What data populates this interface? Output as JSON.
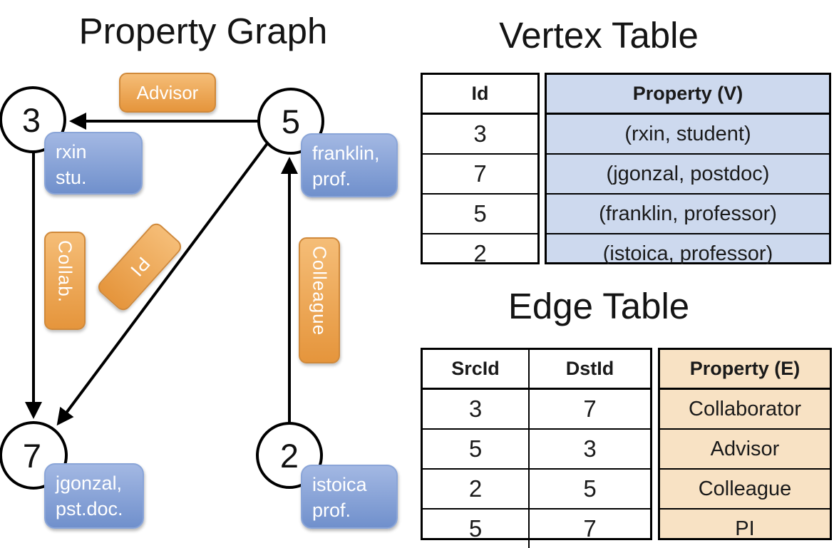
{
  "graph": {
    "title": "Property Graph",
    "nodes": [
      {
        "id": "3",
        "lines": [
          "rxin",
          "stu."
        ]
      },
      {
        "id": "5",
        "lines": [
          "franklin,",
          "prof."
        ]
      },
      {
        "id": "7",
        "lines": [
          "jgonzal,",
          "pst.doc."
        ]
      },
      {
        "id": "2",
        "lines": [
          "istoica",
          "prof."
        ]
      }
    ],
    "edge_labels": {
      "advisor": "Advisor",
      "collab": "Collab.",
      "pi": "PI",
      "colleague": "Colleague"
    }
  },
  "vertex_table": {
    "title": "Vertex Table",
    "columns": [
      "Id",
      "Property (V)"
    ],
    "rows": [
      [
        "3",
        "(rxin, student)"
      ],
      [
        "7",
        "(jgonzal, postdoc)"
      ],
      [
        "5",
        "(franklin, professor)"
      ],
      [
        "2",
        "(istoica, professor)"
      ]
    ]
  },
  "edge_table": {
    "title": "Edge Table",
    "columns": [
      "SrcId",
      "DstId",
      "Property (E)"
    ],
    "rows": [
      [
        "3",
        "7",
        "Collaborator"
      ],
      [
        "5",
        "3",
        "Advisor"
      ],
      [
        "2",
        "5",
        "Colleague"
      ],
      [
        "5",
        "7",
        "PI"
      ]
    ]
  },
  "colors": {
    "edge_line": "#000000",
    "node_fill": "#ffffff",
    "orange_top": "#f5bd77",
    "orange_bottom": "#e5953c",
    "blue_top": "#a3b8e3",
    "blue_bottom": "#7090cc",
    "vertex_property_bg": "#cdd9ee",
    "edge_property_bg": "#f8e2c4"
  }
}
